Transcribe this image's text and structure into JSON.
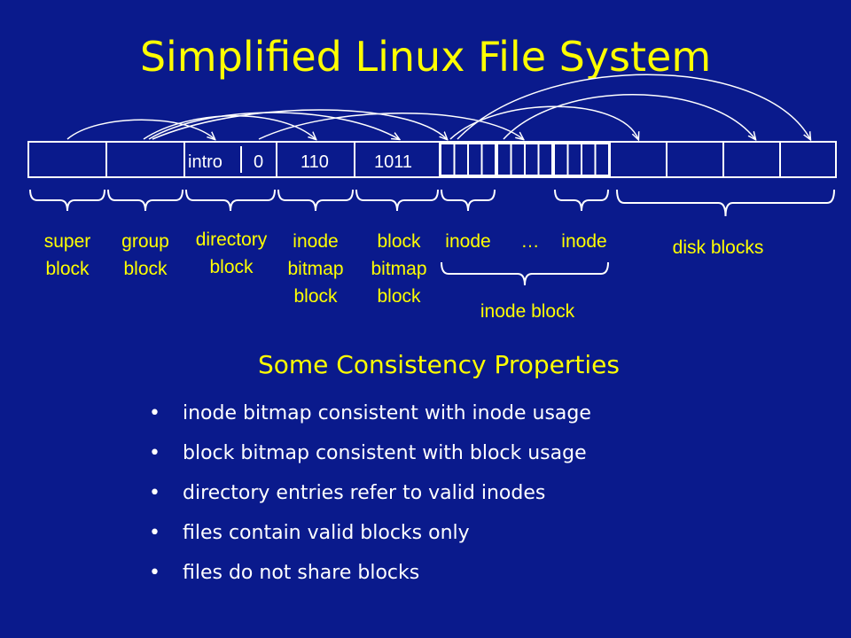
{
  "title": "Simplified Linux File System",
  "cells": {
    "directory": "intro",
    "directory_value": "0",
    "inode_bitmap": "110",
    "block_bitmap": "1011"
  },
  "labels": {
    "super_block": "super\nblock",
    "group_block": "group\nblock",
    "directory_block": "directory\nblock",
    "inode_bitmap_block": "inode\nbitmap\nblock",
    "block_bitmap_block": "block\nbitmap\nblock",
    "inode_first": "inode",
    "ellipsis": "…",
    "inode_last": "inode",
    "inode_block": "inode block",
    "disk_blocks": "disk blocks"
  },
  "subtitle": "Some Consistency Properties",
  "properties": [
    "inode bitmap consistent with inode usage",
    "block bitmap consistent with block usage",
    "directory entries refer to valid inodes",
    "files contain valid blocks only",
    "files do not share blocks"
  ],
  "colors": {
    "background": "#0a1a8c",
    "accent": "#ffff00",
    "text": "#ffffff"
  }
}
